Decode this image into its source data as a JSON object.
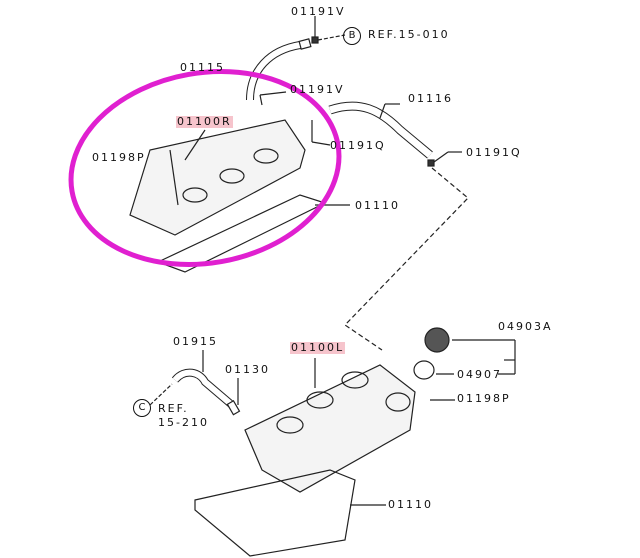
{
  "labels": {
    "top_01191V": "01191V",
    "ref_b_marker": "B",
    "ref_b_text": "REF.15-010",
    "hose_01115": "01115",
    "mid_01191V": "01191V",
    "hose_01116": "01116",
    "cover_right": "01100R",
    "bolt_right": "01198P",
    "clip_01191Q_a": "01191Q",
    "clip_01191Q_b": "01191Q",
    "gasket_upper": "01110",
    "hose_01915": "01915",
    "cover_left": "01100L",
    "cap_assy": "04903A",
    "valve_01130": "01130",
    "seal_04907": "04907",
    "ref_c_marker": "C",
    "ref_c_text_1": "REF.",
    "ref_c_text_2": "15-210",
    "bolt_left": "01198P",
    "gasket_lower": "01110"
  },
  "colors": {
    "highlight_bg": "#f6c4cc",
    "annotation_circle": "#e020d0"
  }
}
